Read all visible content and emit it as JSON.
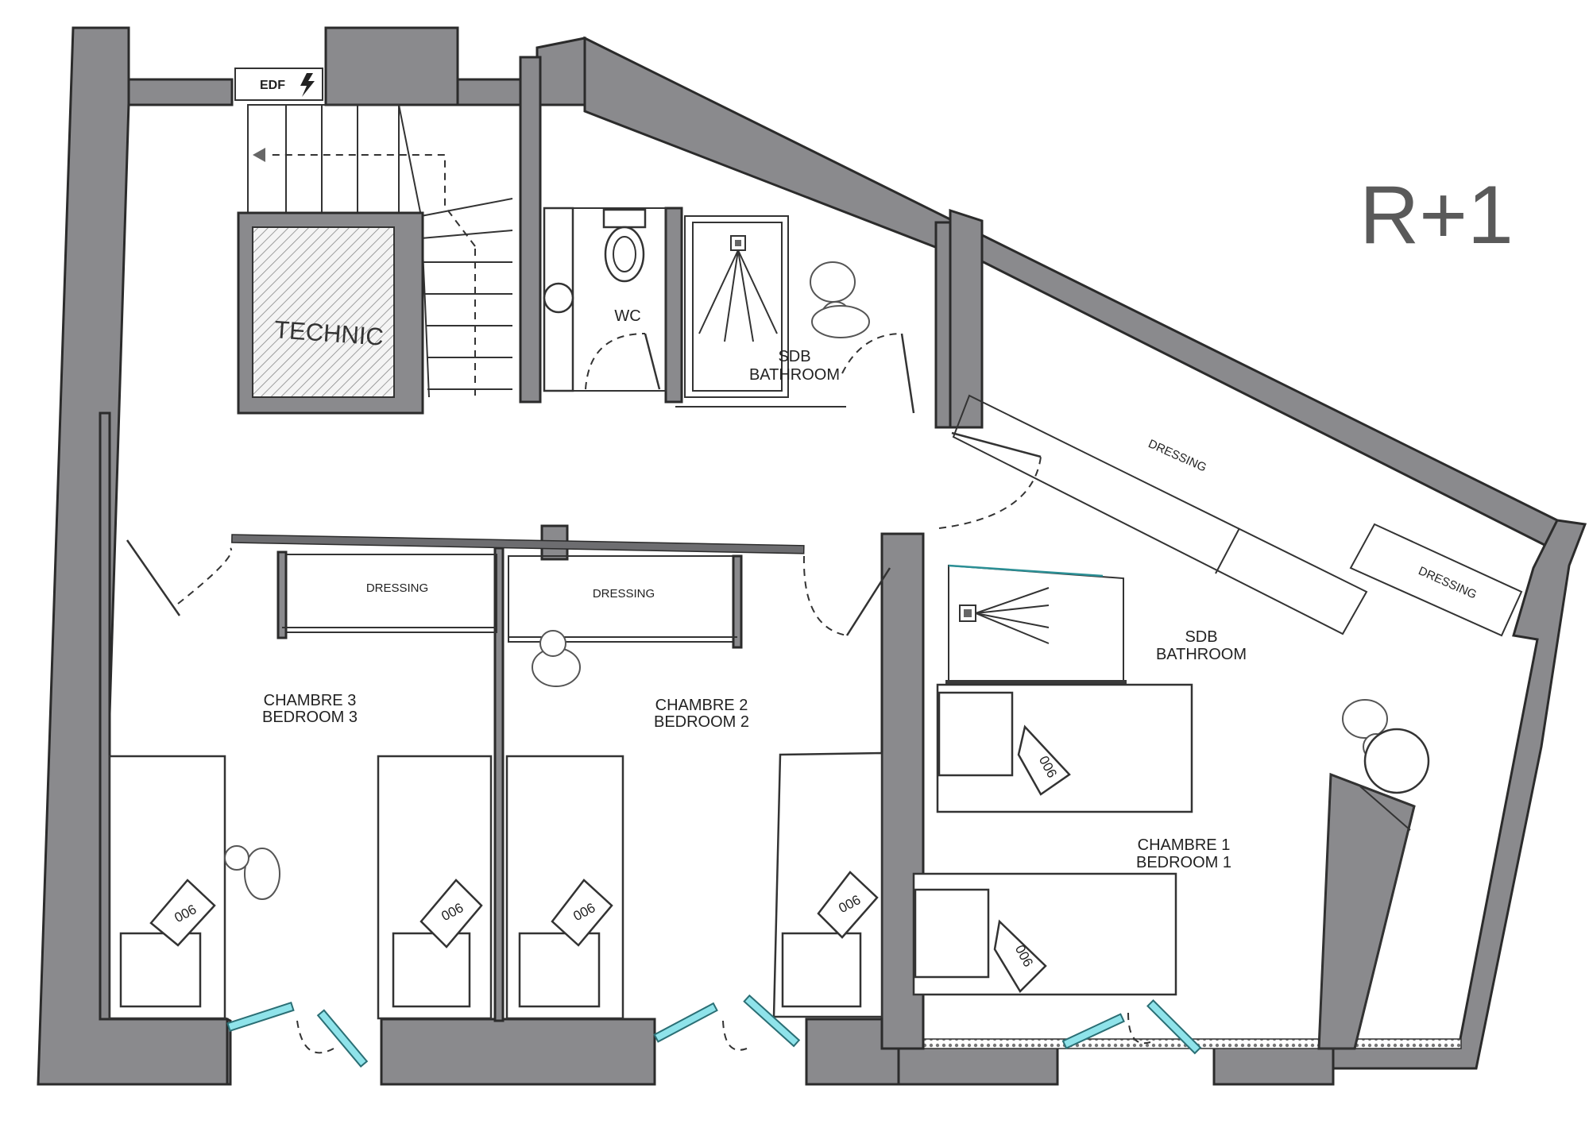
{
  "level_label": "R+1",
  "technic_label": "TECHNIC",
  "edf_label": "EDF",
  "rooms": [
    {
      "name": "wc",
      "line1": "WC"
    },
    {
      "name": "bathroom-upper",
      "line1": "SDB",
      "line2": "BATHROOM"
    },
    {
      "name": "bathroom-master",
      "line1": "SDB",
      "line2": "BATHROOM"
    },
    {
      "name": "bedroom-3",
      "line1": "CHAMBRE 3",
      "line2": "BEDROOM 3"
    },
    {
      "name": "bedroom-2",
      "line1": "CHAMBRE 2",
      "line2": "BEDROOM 2"
    },
    {
      "name": "bedroom-1",
      "line1": "CHAMBRE 1",
      "line2": "BEDROOM 1"
    }
  ],
  "dressings": [
    "DRESSING",
    "DRESSING",
    "DRESSING",
    "DRESSING"
  ],
  "bed_tag": "006",
  "colors": {
    "wall": "#8a8a8d",
    "glass": "#8fe3ea",
    "line": "#333333"
  },
  "icons": [
    "toilet-icon",
    "sink-icon",
    "shower-drain-icon",
    "person-icon",
    "stair-arrow-icon",
    "electric-bolt-icon"
  ]
}
